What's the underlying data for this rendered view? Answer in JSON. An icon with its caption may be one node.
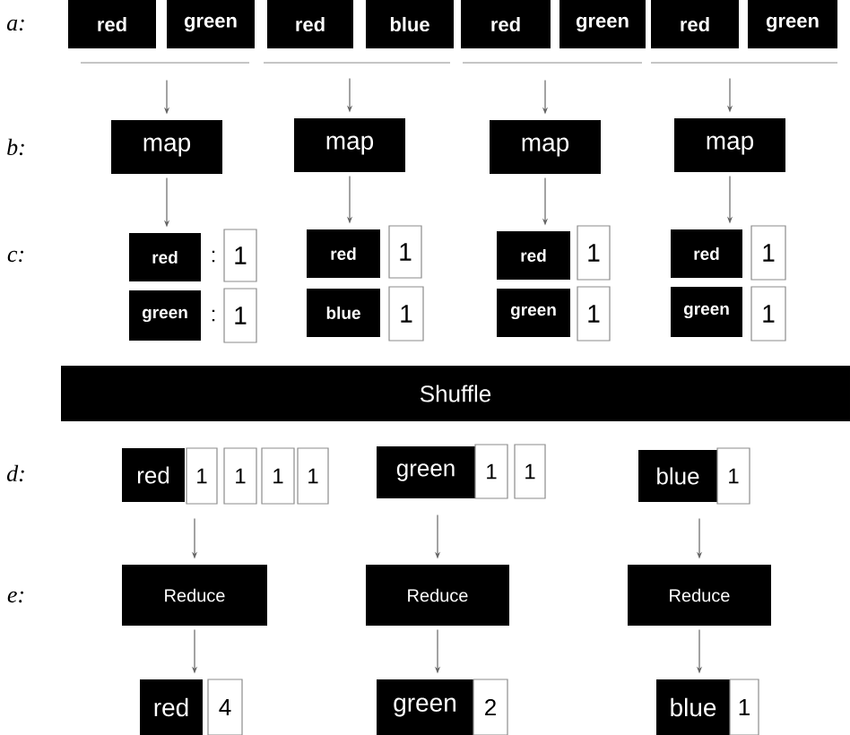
{
  "diagram": {
    "nodes": [
      {
        "text": [
          "red"
        ]
      },
      {
        "text": [
          "green"
        ]
      },
      {
        "text": [
          "red"
        ]
      },
      {
        "text": [
          "blue"
        ]
      },
      {
        "text": [
          "red"
        ]
      },
      {
        "text": [
          "green"
        ]
      },
      {
        "text": [
          "red"
        ]
      },
      {
        "text": [
          "green"
        ]
      },
      {
        "text": [
          "map"
        ]
      },
      {
        "text": [
          "map"
        ]
      },
      {
        "text": [
          "map"
        ]
      },
      {
        "text": [
          "map"
        ]
      },
      {
        "text": [
          "red"
        ]
      },
      {
        "text": [
          "1"
        ]
      },
      {
        "text": [
          "green"
        ]
      },
      {
        "text": [
          "1"
        ]
      },
      {
        "text": [
          "red"
        ]
      },
      {
        "text": [
          "1"
        ]
      },
      {
        "text": [
          "blue"
        ]
      },
      {
        "text": [
          "1"
        ]
      },
      {
        "text": [
          "red"
        ]
      },
      {
        "text": [
          "1"
        ]
      },
      {
        "text": [
          "green"
        ]
      },
      {
        "text": [
          "1"
        ]
      },
      {
        "text": [
          "red"
        ]
      },
      {
        "text": [
          "1"
        ]
      },
      {
        "text": [
          "green"
        ]
      },
      {
        "text": [
          "1"
        ]
      },
      {
        "text": [
          "Shuffle"
        ]
      },
      {
        "text": [
          "red"
        ]
      },
      {
        "text": [
          "1"
        ]
      },
      {
        "text": [
          "1"
        ]
      },
      {
        "text": [
          "1"
        ]
      },
      {
        "text": [
          "1"
        ]
      },
      {
        "text": [
          "green"
        ]
      },
      {
        "text": [
          "1"
        ]
      },
      {
        "text": [
          "1"
        ]
      },
      {
        "text": [
          "blue"
        ]
      },
      {
        "text": [
          "1"
        ]
      },
      {
        "text": [
          "Reduce"
        ]
      },
      {
        "text": [
          "Reduce"
        ]
      },
      {
        "text": [
          "Reduce"
        ]
      },
      {
        "text": [
          "red"
        ]
      },
      {
        "text": [
          "4"
        ]
      },
      {
        "text": [
          "green"
        ]
      },
      {
        "text": [
          "2"
        ]
      },
      {
        "text": [
          "blue"
        ]
      },
      {
        "text": [
          "1"
        ]
      }
    ],
    "edges": [
      {
        "from": null,
        "to": 8,
        "arrow": "to"
      },
      {
        "from": null,
        "to": 9,
        "arrow": "to"
      },
      {
        "from": null,
        "to": 10,
        "arrow": "to"
      },
      {
        "from": null,
        "to": 11,
        "arrow": "to"
      },
      {
        "from": 8,
        "to": 12,
        "arrow": "to"
      },
      {
        "from": 9,
        "to": 16,
        "arrow": "to"
      },
      {
        "from": 10,
        "to": 20,
        "arrow": "to"
      },
      {
        "from": 11,
        "to": 24,
        "arrow": "to"
      },
      {
        "from": 29,
        "to": 39,
        "arrow": "to"
      },
      {
        "from": 34,
        "to": 40,
        "arrow": "to"
      },
      {
        "from": 37,
        "to": 41,
        "arrow": "to"
      },
      {
        "from": 39,
        "to": 42,
        "arrow": "to"
      },
      {
        "from": 40,
        "to": 44,
        "arrow": "to"
      },
      {
        "from": 41,
        "to": 46,
        "arrow": "to"
      }
    ],
    "labels": [
      "a:",
      "b:",
      "c:",
      ":",
      ":",
      "d:",
      "e:"
    ]
  }
}
